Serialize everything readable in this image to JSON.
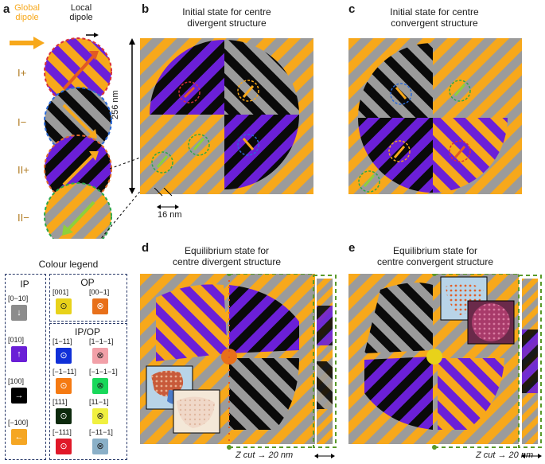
{
  "panel_a": {
    "letter": "a",
    "global_label": "Global\ndipole",
    "local_label": "Local\ndipole",
    "symbols": [
      "I+",
      "I−",
      "II+",
      "II−"
    ]
  },
  "panel_b": {
    "letter": "b",
    "title": "Initial state for centre\ndivergent structure",
    "size_label": "256 nm",
    "scale_label": "16 nm"
  },
  "panel_c": {
    "letter": "c",
    "title": "Initial state for centre\nconvergent structure"
  },
  "panel_d": {
    "letter": "d",
    "title": "Equilibrium state for\ncentre divergent structure",
    "zcut_label": "Z cut → 20 nm"
  },
  "panel_e": {
    "letter": "e",
    "title": "Equilibrium state for\ncentre convergent structure",
    "zcut_label": "Z cut → 20 nm"
  },
  "legend": {
    "title": "Colour legend",
    "ip_title": "IP",
    "op_title": "OP",
    "ipop_title": "IP/OP",
    "ip_items": [
      {
        "label": "[0−10]",
        "color": "#8c8c8c",
        "glyph": "↓"
      },
      {
        "label": "[010]",
        "color": "#6a1fd6",
        "glyph": "↑"
      },
      {
        "label": "[100]",
        "color": "#000000",
        "glyph": "→"
      },
      {
        "label": "[−100]",
        "color": "#f5a623",
        "glyph": "←"
      }
    ],
    "op_items": [
      {
        "label": "[001]",
        "color": "#e8d21a",
        "glyph": "⊙"
      },
      {
        "label": "[00−1]",
        "color": "#e8701a",
        "glyph": "⊗"
      }
    ],
    "ipop_items": [
      {
        "label": "[1−11]",
        "color": "#1030d8",
        "glyph": "⊙"
      },
      {
        "label": "[1−1−1]",
        "color": "#f2a0a8",
        "glyph": "⊗"
      },
      {
        "label": "[−1−11]",
        "color": "#f57a12",
        "glyph": "⊙"
      },
      {
        "label": "[−1−1−1]",
        "color": "#18d85a",
        "glyph": "⊗"
      },
      {
        "label": "[111]",
        "color": "#0d2a0d",
        "glyph": "⊙"
      },
      {
        "label": "[11−1]",
        "color": "#f0f040",
        "glyph": "⊗"
      },
      {
        "label": "[−111]",
        "color": "#e01828",
        "glyph": "⊙"
      },
      {
        "label": "[−11−1]",
        "color": "#8ab0c8",
        "glyph": "⊗"
      }
    ]
  },
  "colors": {
    "orange": "#f7a81b",
    "grey": "#9b9b9b",
    "purple": "#6b1fd8",
    "black": "#0a0a0a",
    "green_dash": "#4a8a2a"
  }
}
